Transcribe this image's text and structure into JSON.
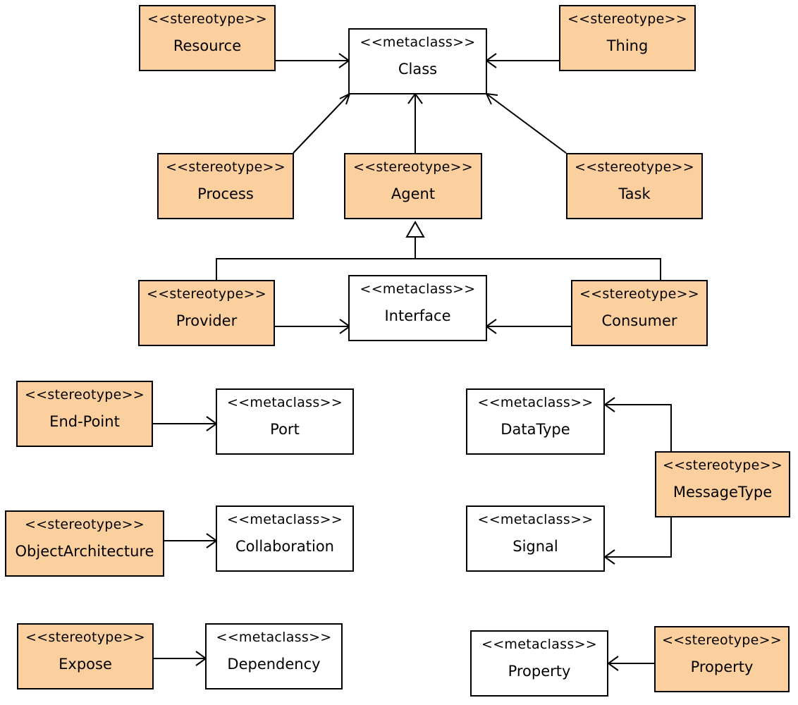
{
  "colors": {
    "stereotype_fill": "#fccf9e",
    "metaclass_fill": "#ffffff",
    "line": "#000000"
  },
  "nodes": {
    "class": {
      "keyword": "<<metaclass>>",
      "name": "Class"
    },
    "resource": {
      "keyword": "<<stereotype>>",
      "name": "Resource"
    },
    "thing": {
      "keyword": "<<stereotype>>",
      "name": "Thing"
    },
    "process": {
      "keyword": "<<stereotype>>",
      "name": "Process"
    },
    "agent": {
      "keyword": "<<stereotype>>",
      "name": "Agent"
    },
    "task": {
      "keyword": "<<stereotype>>",
      "name": "Task"
    },
    "provider": {
      "keyword": "<<stereotype>>",
      "name": "Provider"
    },
    "interface": {
      "keyword": "<<metaclass>>",
      "name": "Interface"
    },
    "consumer": {
      "keyword": "<<stereotype>>",
      "name": "Consumer"
    },
    "end_point": {
      "keyword": "<<stereotype>>",
      "name": "End-Point"
    },
    "port": {
      "keyword": "<<metaclass>>",
      "name": "Port"
    },
    "datatype": {
      "keyword": "<<metaclass>>",
      "name": "DataType"
    },
    "messagetype": {
      "keyword": "<<stereotype>>",
      "name": "MessageType"
    },
    "object_architecture": {
      "keyword": "<<stereotype>>",
      "name": "ObjectArchitecture"
    },
    "collaboration": {
      "keyword": "<<metaclass>>",
      "name": "Collaboration"
    },
    "signal": {
      "keyword": "<<metaclass>>",
      "name": "Signal"
    },
    "expose": {
      "keyword": "<<stereotype>>",
      "name": "Expose"
    },
    "dependency": {
      "keyword": "<<metaclass>>",
      "name": "Dependency"
    },
    "property_meta": {
      "keyword": "<<metaclass>>",
      "name": "Property"
    },
    "property_stereo": {
      "keyword": "<<stereotype>>",
      "name": "Property"
    }
  },
  "edges": [
    {
      "from": "resource",
      "to": "class",
      "kind": "extension"
    },
    {
      "from": "thing",
      "to": "class",
      "kind": "extension"
    },
    {
      "from": "process",
      "to": "class",
      "kind": "extension"
    },
    {
      "from": "agent",
      "to": "class",
      "kind": "extension"
    },
    {
      "from": "task",
      "to": "class",
      "kind": "extension"
    },
    {
      "from": "provider",
      "to": "agent",
      "kind": "generalization"
    },
    {
      "from": "consumer",
      "to": "agent",
      "kind": "generalization"
    },
    {
      "from": "provider",
      "to": "interface",
      "kind": "extension"
    },
    {
      "from": "consumer",
      "to": "interface",
      "kind": "extension"
    },
    {
      "from": "end_point",
      "to": "port",
      "kind": "extension"
    },
    {
      "from": "object_architecture",
      "to": "collaboration",
      "kind": "extension"
    },
    {
      "from": "messagetype",
      "to": "datatype",
      "kind": "extension"
    },
    {
      "from": "messagetype",
      "to": "signal",
      "kind": "extension"
    },
    {
      "from": "expose",
      "to": "dependency",
      "kind": "extension"
    },
    {
      "from": "property_stereo",
      "to": "property_meta",
      "kind": "extension"
    }
  ]
}
